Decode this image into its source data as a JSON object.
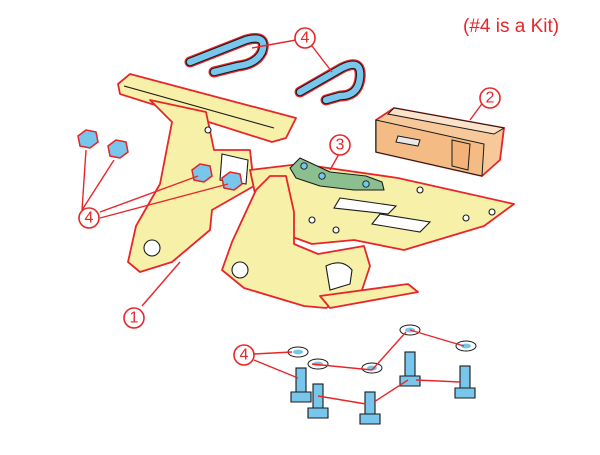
{
  "note": "(#4 is a Kit)",
  "callouts": {
    "frame": "1",
    "receiver": "2",
    "bracket": "3",
    "kit": "4"
  },
  "colors": {
    "outline": "#e8262a",
    "frame_fill": "#f7f0a8",
    "receiver_fill": "#f7c99a",
    "bracket_fill": "#8bbf8f",
    "hardware_fill": "#79c6ec"
  }
}
